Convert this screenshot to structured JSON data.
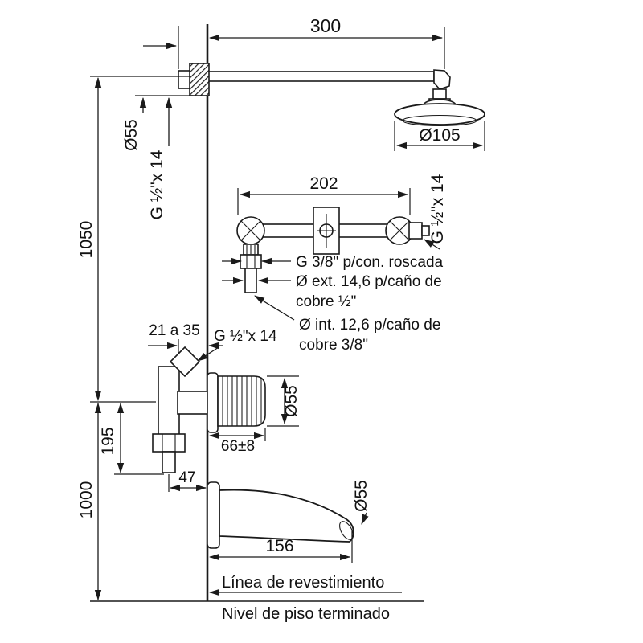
{
  "labels": {
    "dim_300": "300",
    "dia_55_top": "Ø55",
    "thread_top": "G ½\"x 14",
    "dim_1050": "1050",
    "dia_105": "Ø105",
    "dim_202": "202",
    "thread_right": "G ½\"x 14",
    "note_g38": "G 3/8\" p/con. roscada",
    "note_ext_1": "Ø ext. 14,6 p/caño de",
    "note_ext_2": "cobre ½\"",
    "note_int_1": "Ø int. 12,6 p/caño de",
    "note_int_2": "cobre 3/8\"",
    "dim_21a35": "21 a 35",
    "thread_elbow": "G ½\"x 14",
    "dim_195": "195",
    "dim_66": "66±8",
    "dia_55_mid": "Ø55",
    "dim_47": "47",
    "dim_1000": "1000",
    "dim_156": "156",
    "dia_55_bottom": "Ø55",
    "linea_revestimiento": "Línea de revestimiento",
    "nivel_piso": "Nivel de piso terminado"
  }
}
